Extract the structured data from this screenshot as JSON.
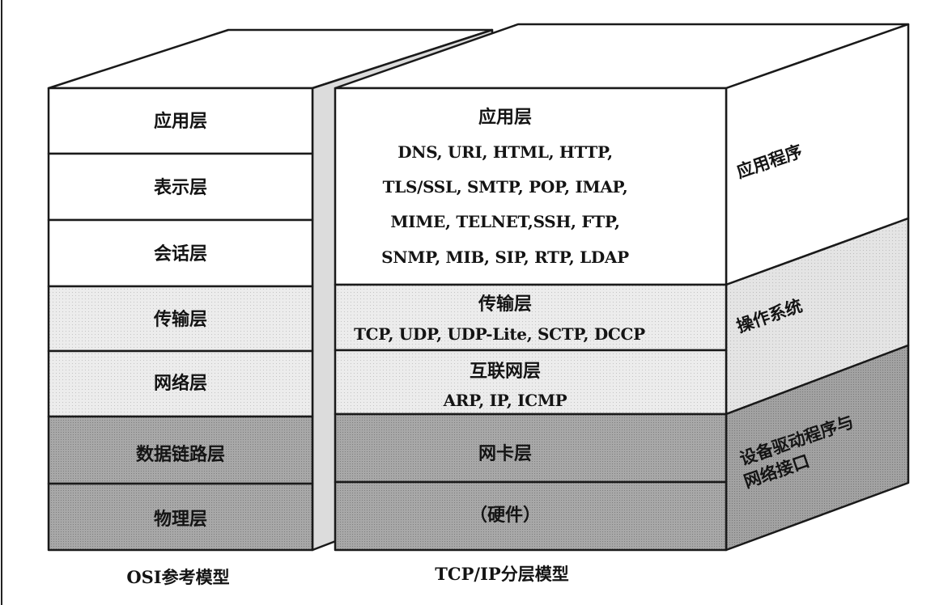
{
  "osi": {
    "layers": [
      "应用层",
      "表示层",
      "会话层",
      "传输层",
      "网络层",
      "数据链路层",
      "物理层"
    ],
    "caption": "OSI参考模型"
  },
  "tcpip": {
    "application": {
      "title": "应用层",
      "protocols": [
        "DNS, URI, HTML, HTTP,",
        "TLS/SSL, SMTP, POP, IMAP,",
        "MIME, TELNET,SSH, FTP,",
        "SNMP, MIB, SIP, RTP, LDAP"
      ]
    },
    "transport": {
      "title": "传输层",
      "protocols": "TCP, UDP, UDP-Lite, SCTP, DCCP"
    },
    "internet": {
      "title": "互联网层",
      "protocols": "ARP, IP, ICMP"
    },
    "link": {
      "title": "网卡层"
    },
    "hardware": {
      "title": "（硬件）"
    },
    "caption": "TCP/IP分层模型"
  },
  "side": {
    "application": "应用程序",
    "os": "操作系统",
    "driver_line1": "设备驱动程序与",
    "driver_line2": "网络接口"
  },
  "colors": {
    "white_layer": "#ffffff",
    "light_gray_layer": "#ececec",
    "dark_gray_layer": "#a9a9a9",
    "stroke": "#1a1a1a"
  }
}
